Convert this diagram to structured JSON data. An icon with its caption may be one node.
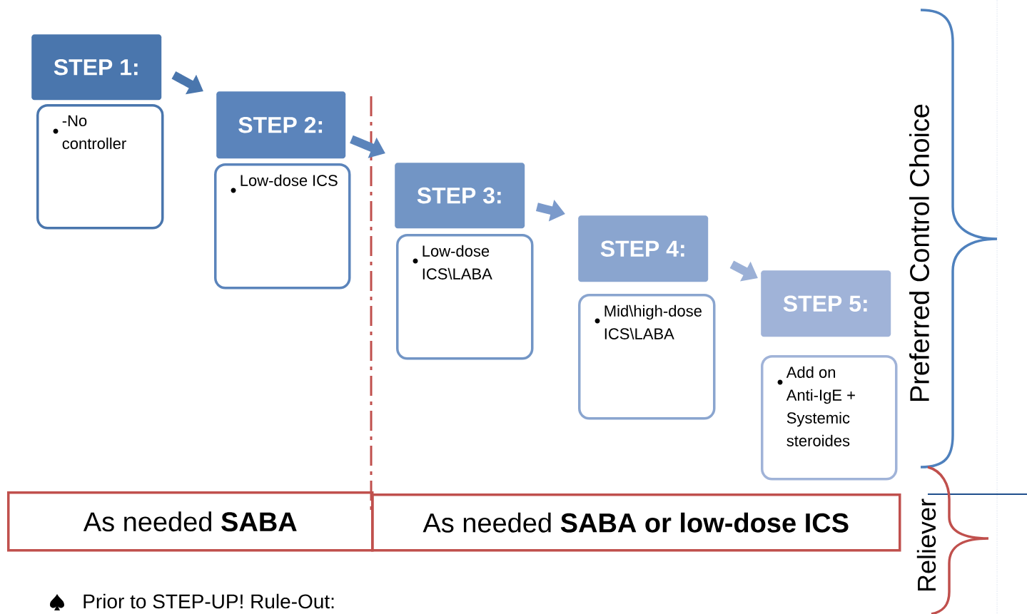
{
  "diagram": {
    "nodes": [
      {
        "text": [
          "STEP 1:"
        ]
      },
      {
        "text": [
          "-No controller"
        ]
      },
      {
        "text": [
          "STEP 2:"
        ]
      },
      {
        "text": [
          "Low-dose ICS"
        ]
      },
      {
        "text": [
          "STEP 3:"
        ]
      },
      {
        "text": [
          "Low-dose ICS\\LABA"
        ]
      },
      {
        "text": [
          "STEP 4:"
        ]
      },
      {
        "text": [
          "Mid\\high-dose ICS\\LABA"
        ]
      },
      {
        "text": [
          "STEP 5:"
        ]
      },
      {
        "text": [
          "Add on Anti-IgE + Systemic steroides"
        ]
      },
      {
        "text": [
          "As needed **SABA**"
        ]
      },
      {
        "text": [
          "As needed **SABA or low-dose ICS**"
        ]
      }
    ],
    "edges": [
      {
        "from": 0,
        "to": 2,
        "arrow": "to",
        "color": "#4a76ad"
      },
      {
        "from": 2,
        "to": 4,
        "arrow": "to",
        "color": "#5b84bb"
      },
      {
        "from": 4,
        "to": 6,
        "arrow": "to",
        "color": "#7b9acb"
      },
      {
        "from": 6,
        "to": 8,
        "arrow": "to",
        "color": "#9bb0d6"
      }
    ],
    "labels": [
      "Preferred Control Choice",
      "Reliever",
      "Prior to STEP-UP! Rule-Out:"
    ]
  }
}
